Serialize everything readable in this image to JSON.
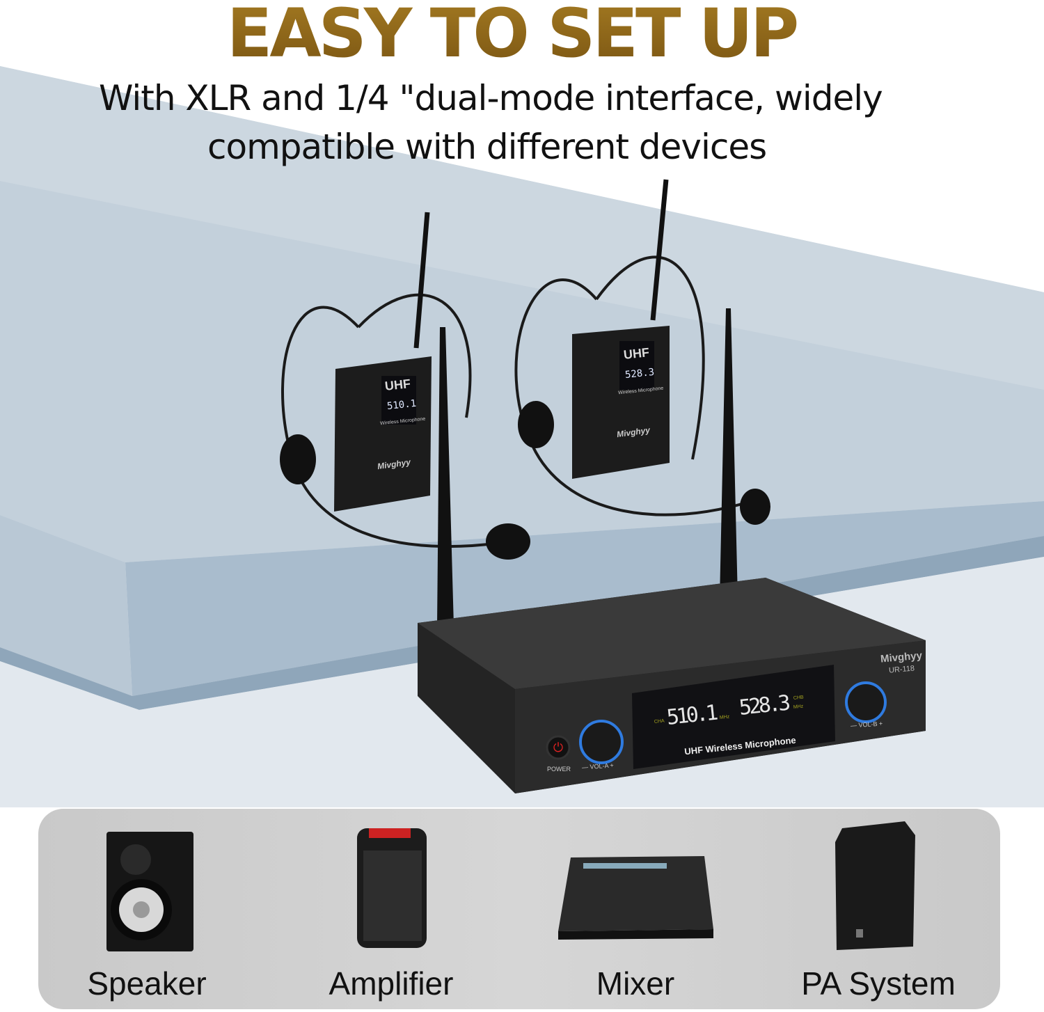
{
  "headline": "EASY TO SET UP",
  "subtitle_line1": "With XLR and 1/4 \"dual-mode interface, widely",
  "subtitle_line2": "compatible with different devices",
  "colors": {
    "headline_gold": "#8a6418",
    "backdrop_blue": "#b7c6d3",
    "panel_gray": "#cfcfcf"
  },
  "receiver": {
    "brand": "Mivghyy",
    "model": "UR-118",
    "display_label": "UHF Wireless Microphone",
    "channel_a_freq": "510.1",
    "channel_b_freq": "528.3",
    "channel_a_tag": "CHA",
    "channel_b_tag": "CHB",
    "unit": "MHz",
    "power_label": "POWER",
    "vol_a_label": "— VOL-A +",
    "vol_b_label": "— VOL-B +"
  },
  "transmitters": [
    {
      "band": "UHF",
      "freq": "510.1",
      "label": "Wireless Microphone",
      "brand": "Mivghyy"
    },
    {
      "band": "UHF",
      "freq": "528.3",
      "label": "Wireless Microphone",
      "brand": "Mivghyy"
    }
  ],
  "devices": [
    {
      "label": "Speaker",
      "icon": "studio-speaker-icon"
    },
    {
      "label": "Amplifier",
      "icon": "portable-amplifier-icon"
    },
    {
      "label": "Mixer",
      "icon": "mixer-console-icon"
    },
    {
      "label": "PA System",
      "icon": "pa-speaker-icon"
    }
  ]
}
